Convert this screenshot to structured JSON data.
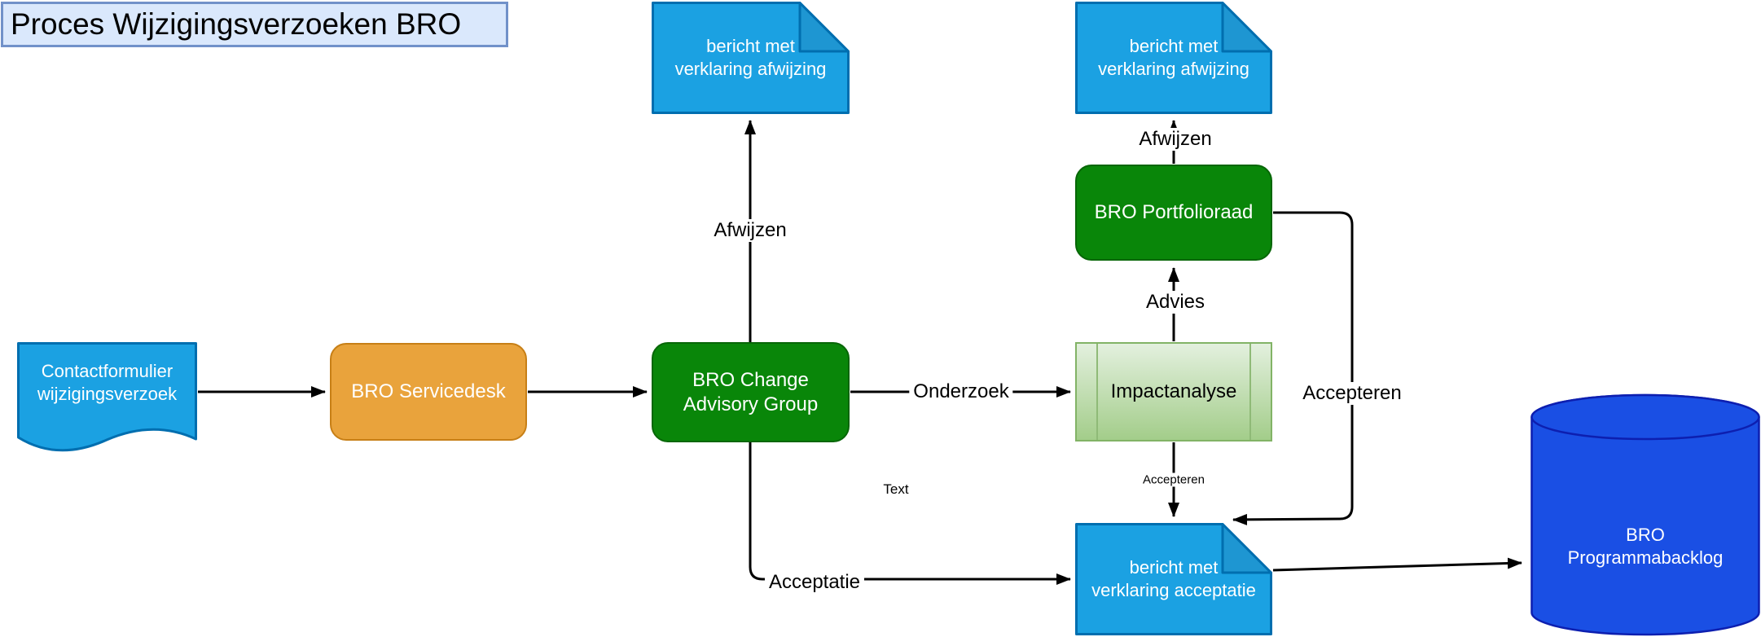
{
  "diagram": {
    "title": "Proces Wijzigingsverzoeken BRO",
    "nodes": {
      "contactformulier": "Contactformulier\nwijzigingsverzoek",
      "servicedesk": "BRO Servicedesk",
      "change_advisory_group": "BRO Change\nAdvisory Group",
      "bericht_afwijzing_links": "bericht met\nverklaring afwijzing",
      "bericht_afwijzing_rechts": "bericht met\nverklaring afwijzing",
      "portfolioraad": "BRO Portfolioraad",
      "impactanalyse": "Impactanalyse",
      "bericht_acceptatie": "bericht met\nverklaring acceptatie",
      "programmabacklog": "BRO\nProgrammabacklog"
    },
    "edge_labels": {
      "afwijzen_cag": "Afwijzen",
      "afwijzen_portfolioraad": "Afwijzen",
      "advies": "Advies",
      "onderzoek": "Onderzoek",
      "accepteren_portfolioraad": "Accepteren",
      "accepteren_impactanalyse": "Accepteren",
      "acceptatie": "Acceptatie",
      "text_placeholder": "Text"
    },
    "colors": {
      "document_blue": "#1ba1e2",
      "document_blue_border": "#006eaf",
      "document_fold_blue": "#1e96d2",
      "node_green": "#098609",
      "node_orange": "#e9a33c",
      "process_border_green": "#82b366",
      "database_blue": "#1a4fe4",
      "database_border": "#0d1fb0",
      "title_fill": "#dae8fc",
      "title_border": "#6c8ebf",
      "edge_black": "#000000"
    }
  }
}
